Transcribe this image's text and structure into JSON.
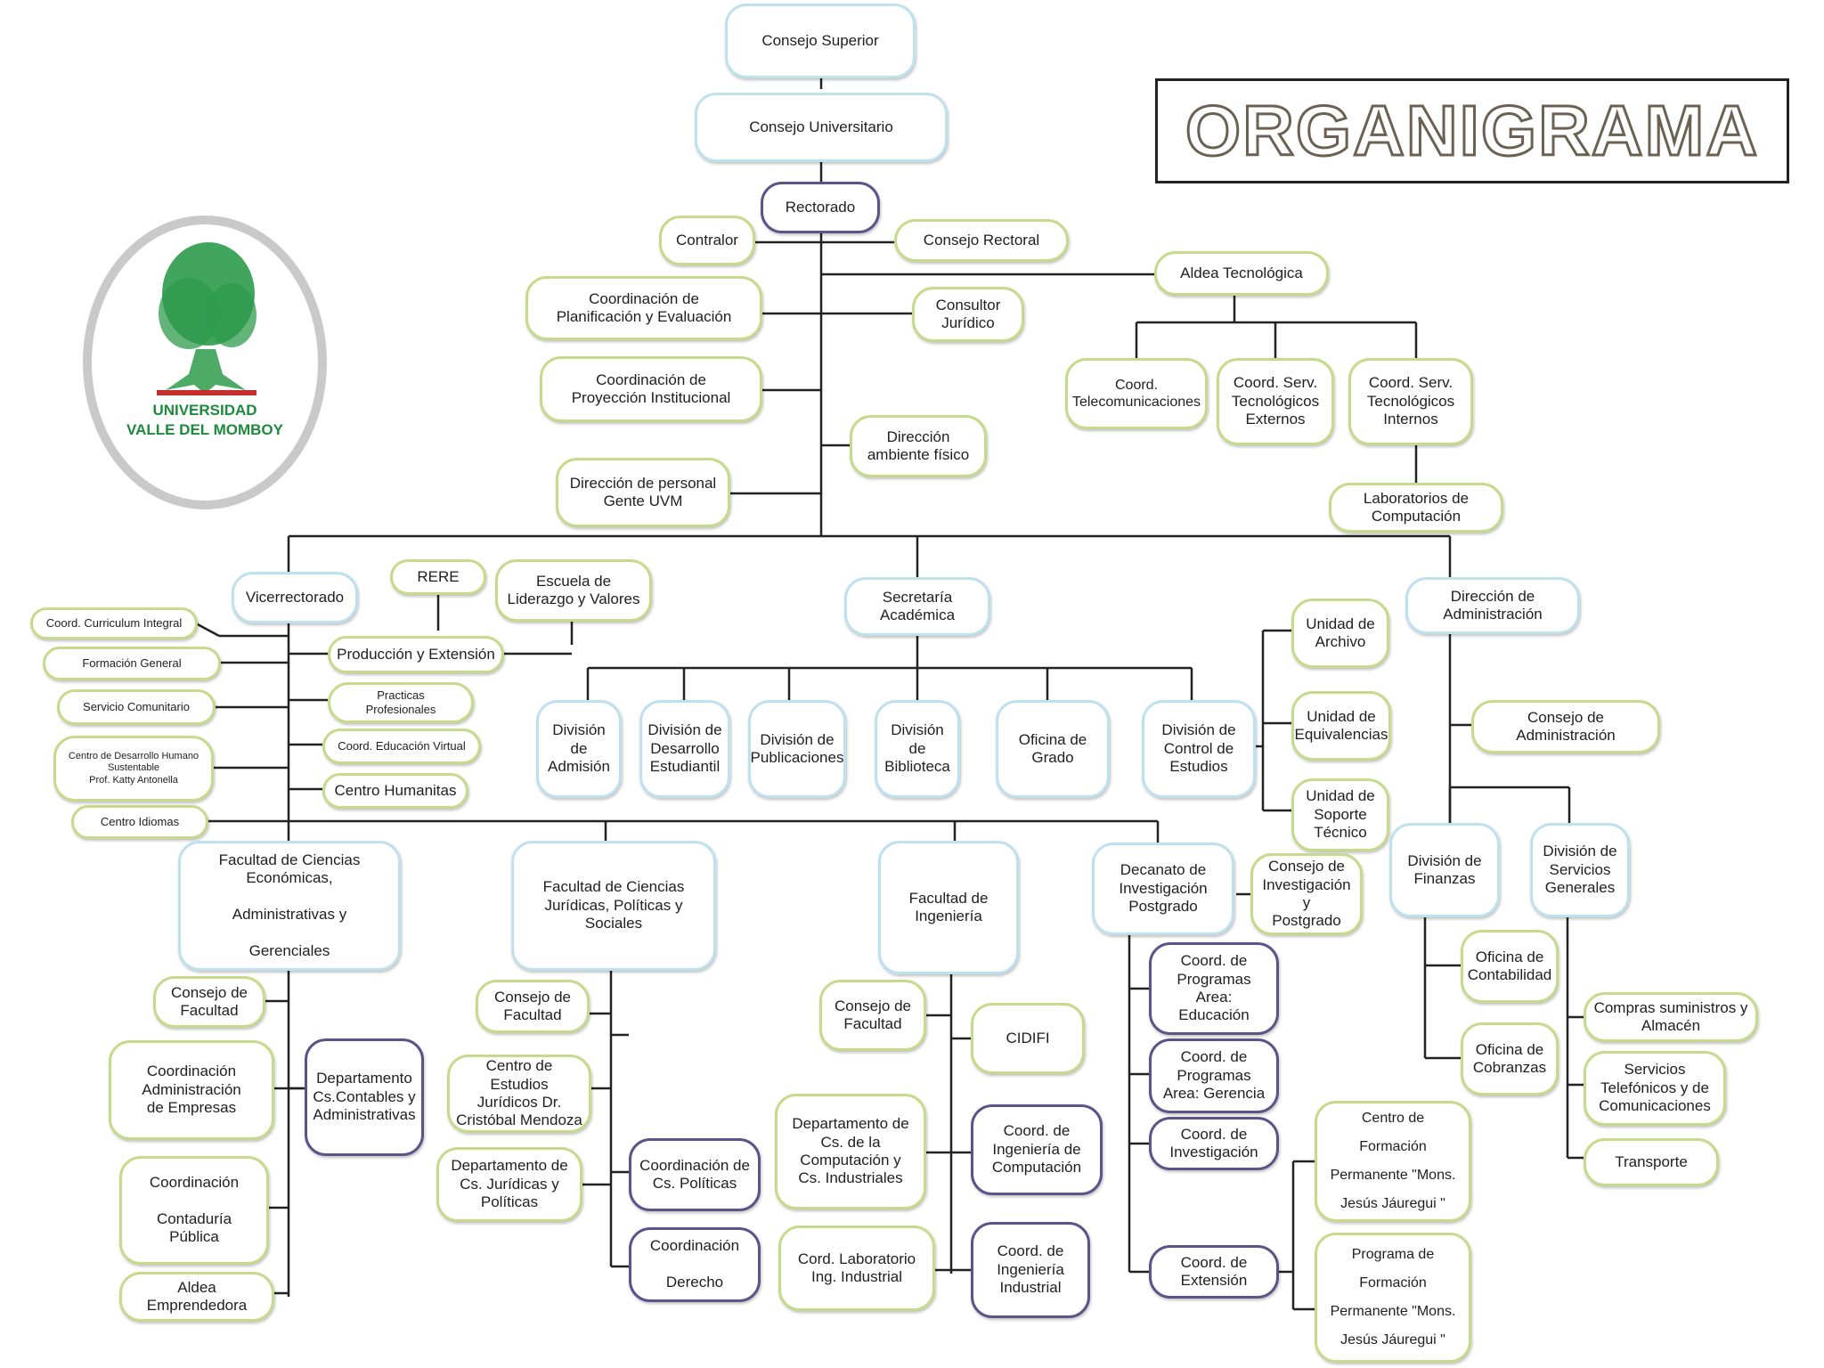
{
  "title": "ORGANIGRAMA",
  "logo": {
    "line1": "UNIVERSIDAD",
    "line2": "VALLE DEL MOMBOY",
    "colors": {
      "ring": "#c9c9c9",
      "tree": "#2e9b4c",
      "text": "#1d8a3c",
      "band": "#c62d2d"
    }
  },
  "colors": {
    "green_border": "#c7d98a",
    "blue_border": "#bfe0ef",
    "purple_border": "#5a5488",
    "line": "#222222"
  },
  "nodes": {
    "consejo_superior": "Consejo Superior",
    "consejo_universitario": "Consejo Universitario",
    "rectorado": "Rectorado",
    "contralor": "Contralor",
    "consejo_rectoral": "Consejo Rectoral",
    "aldea_tecnologica": "Aldea Tecnológica",
    "coord_planificacion": "Coordinación de\nPlanificación y Evaluación",
    "consultor_juridico": "Consultor\nJurídico",
    "coord_telecom": "Coord.\nTelecomunicaciones",
    "coord_serv_externos": "Coord. Serv.\nTecnológicos\nExternos",
    "coord_serv_internos": "Coord. Serv.\nTecnológicos\nInternos",
    "coord_proyeccion": "Coordinación de\nProyección Institucional",
    "direccion_ambiente": "Dirección\nambiente físico",
    "direccion_personal": "Dirección de personal\nGente UVM",
    "laboratorios": "Laboratorios de\nComputación",
    "vicerrectorado": "Vicerrectorado",
    "rere": "RERE",
    "escuela_liderazgo": "Escuela de\nLiderazgo y Valores",
    "secretaria_academica": "Secretaría\nAcadémica",
    "direccion_administracion": "Dirección de\nAdministración",
    "coord_curriculum": "Coord. Curriculum Integral",
    "produccion_extension": "Producción y Extensión",
    "formacion_general": "Formación General",
    "servicio_comunitario": "Servicio Comunitario",
    "practicas_profesionales": "Practicas\nProfesionales",
    "centro_desarrollo": "Centro de Desarrollo Humano\nSustentable\nProf. Katty Antonella",
    "coord_educacion_virtual": "Coord. Educación Virtual",
    "centro_humanitas": "Centro Humanitas",
    "centro_idiomas": "Centro Idiomas",
    "div_admision": "División de\nAdmisión",
    "div_desarrollo": "División de\nDesarrollo\nEstudiantil",
    "div_publicaciones": "División de\nPublicaciones",
    "div_biblioteca": "División de\nBiblioteca",
    "oficina_grado": "Oficina de\nGrado",
    "div_control": "División de\nControl de\nEstudios",
    "unidad_archivo": "Unidad de\nArchivo",
    "unidad_equivalencias": "Unidad de\nEquivalencias",
    "unidad_soporte": "Unidad de\nSoporte\nTécnico",
    "consejo_administracion": "Consejo de\nAdministración",
    "fac_economicas": "Facultad de Ciencias\nEconómicas,\n\nAdministrativas y\n\nGerenciales",
    "fac_juridicas": "Facultad de Ciencias\nJurídicas, Políticas y\nSociales",
    "fac_ingenieria": "Facultad de\nIngeniería",
    "decanato": "Decanato de\nInvestigación\nPostgrado",
    "consejo_investigacion": "Consejo de\nInvestigación y\nPostgrado",
    "div_finanzas": "División de\nFinanzas",
    "div_servicios": "División de\nServicios\nGenerales",
    "consejo_facultad_1": "Consejo de\nFacultad",
    "coord_adm_empresas": "Coordinación\nAdministración\nde Empresas",
    "depto_contables": "Departamento\nCs.Contables y\nAdministrativas",
    "coord_contaduria": "Coordinación\n\nContaduría\nPública",
    "aldea_emprendedora": "Aldea\nEmprendedora",
    "consejo_facultad_2": "Consejo de\nFacultad",
    "centro_estudios": "Centro de Estudios\nJurídicos Dr.\nCristóbal Mendoza",
    "depto_juridicas": "Departamento de\nCs. Jurídicas y\nPolíticas",
    "coord_politicas": "Coordinación de\nCs. Políticas",
    "coord_derecho": "Coordinación\n\nDerecho",
    "consejo_facultad_3": "Consejo de\nFacultad",
    "cidifi": "CIDIFI",
    "depto_computacion": "Departamento de\nCs. de la\nComputación y\nCs. Industriales",
    "coord_ing_computacion": "Coord. de\nIngeniería de\nComputación",
    "cord_laboratorio": "Cord. Laboratorio\nIng. Industrial",
    "coord_ing_industrial": "Coord. de\nIngeniería\nIndustrial",
    "coord_prog_educacion": "Coord. de\nProgramas\nArea:\nEducación",
    "coord_prog_gerencia": "Coord. de\nProgramas\nArea: Gerencia",
    "coord_investigacion": "Coord. de\nInvestigación",
    "coord_extension": "Coord. de\nExtensión",
    "centro_formacion": "Centro de\n\nFormación\n\nPermanente \"Mons.\n\nJesús Jáuregui \"",
    "programa_formacion": "Programa de\n\nFormación\n\nPermanente \"Mons.\n\nJesús Jáuregui \"",
    "oficina_contabilidad": "Oficina de\nContabilidad",
    "oficina_cobranzas": "Oficina de\nCobranzas",
    "compras": "Compras suministros y\nAlmacén",
    "servicios_telefonicos": "Servicios\nTelefónicos y de\nComunicaciones",
    "transporte": "Transporte"
  }
}
